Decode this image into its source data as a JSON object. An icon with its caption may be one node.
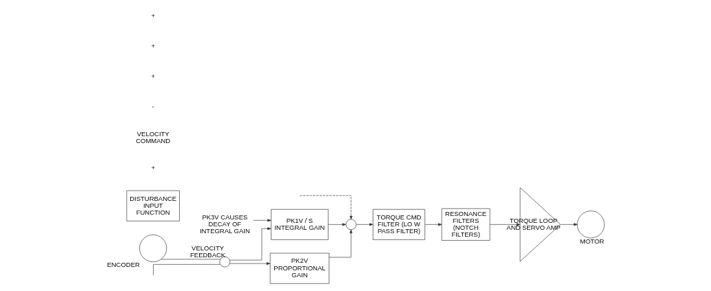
{
  "diagram": {
    "nodes": [
      {
        "text": [],
        "shape": "circle"
      },
      {
        "text": [
          "PK1V / S INTEGRAL GAIN"
        ]
      },
      {
        "text": [
          "PK2V PROPORTIONAL GAIN"
        ]
      },
      {
        "text": [],
        "shape": "circle"
      },
      {
        "text": [
          "TORQUE CMD FILTER (LO W PASS FILTER)"
        ]
      },
      {
        "text": [
          "RESONANCE FILTERS (NOTCH FILTERS)"
        ]
      },
      {
        "text": [
          "TORQUE LOOP AND SERVO AMP"
        ]
      },
      {
        "text": [],
        "shape": "circle",
        "beside": [
          "MOTOR"
        ]
      },
      {
        "text": [
          "DISTURBANCE INPUT FUNCTION"
        ]
      },
      {
        "text": [],
        "shape": "circle",
        "beside": [
          "ENCODER"
        ]
      },
      {
        "text": [
          "PK3V CAUSES DECAY OF INTEGRAL GAIN"
        ]
      }
    ],
    "edges": [
      {
        "from": null,
        "to": 0,
        "arrow": "none"
      },
      {
        "from": 0,
        "to": 1,
        "arrow": "to"
      },
      {
        "from": 0,
        "to": 2,
        "arrow": "to"
      },
      {
        "from": 10,
        "to": 1,
        "arrow": "to"
      },
      {
        "from": 1,
        "to": 3,
        "arrow": "to"
      },
      {
        "from": 2,
        "to": 3,
        "arrow": "to"
      },
      {
        "from": null,
        "to": 3,
        "arrow": "to",
        "style": "dashed"
      },
      {
        "from": 3,
        "to": 4,
        "arrow": "to"
      },
      {
        "from": 4,
        "to": 5,
        "arrow": "to"
      },
      {
        "from": 5,
        "to": 6,
        "arrow": "to"
      },
      {
        "from": 6,
        "to": 7,
        "arrow": "to"
      },
      {
        "from": 9,
        "to": 0,
        "arrow": "none",
        "label": "VELOCITY FEEDBACK"
      }
    ],
    "labels": [
      "+",
      "VELOCITY COMMAND",
      "-",
      "+",
      "+",
      "+"
    ]
  }
}
